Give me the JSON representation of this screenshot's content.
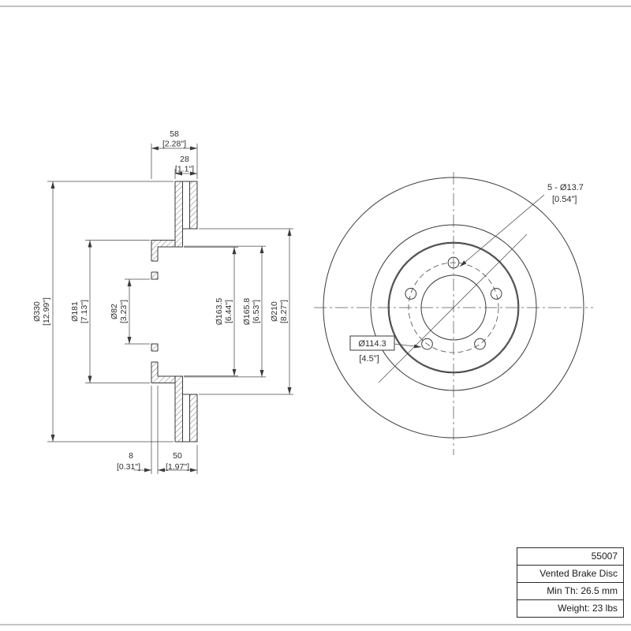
{
  "colors": {
    "ink": "#3a3a3a",
    "dim_lines": "#4a4a4a"
  },
  "drawing": {
    "section_dims": {
      "overall_width": {
        "mm": "58",
        "inch": "[2.28\"]"
      },
      "ring_thickness": {
        "mm": "28",
        "inch": "[1.1\"]"
      },
      "outer_dia": {
        "mm": "Ø330",
        "inch": "[12.99\"]"
      },
      "hat_dia": {
        "mm": "Ø181",
        "inch": "[7.13\"]"
      },
      "bore_dia": {
        "mm": "Ø82",
        "inch": "[3.23\"]"
      },
      "flange_dia_a": {
        "mm": "Ø163.5",
        "inch": "[6.44\"]"
      },
      "flange_dia_b": {
        "mm": "Ø165.8",
        "inch": "[6.53\"]"
      },
      "pad_inner_dia": {
        "mm": "Ø210",
        "inch": "[8.27\"]"
      },
      "face_thickness": {
        "mm": "8",
        "inch": "[0.31\"]"
      },
      "hat_height": {
        "mm": "50",
        "inch": "[1.97\"]"
      }
    },
    "front_labels": {
      "bolt_holes": {
        "label": "5 - Ø13.7",
        "inch": "[0.54\"]"
      },
      "bolt_circle": {
        "label": "Ø114.3",
        "inch": "[4.5\"]"
      }
    }
  },
  "info_table": {
    "part_number": "55007",
    "type": "Vented Brake Disc",
    "min_thickness": "Min Th: 26.5 mm",
    "weight": "Weight: 23 lbs"
  }
}
